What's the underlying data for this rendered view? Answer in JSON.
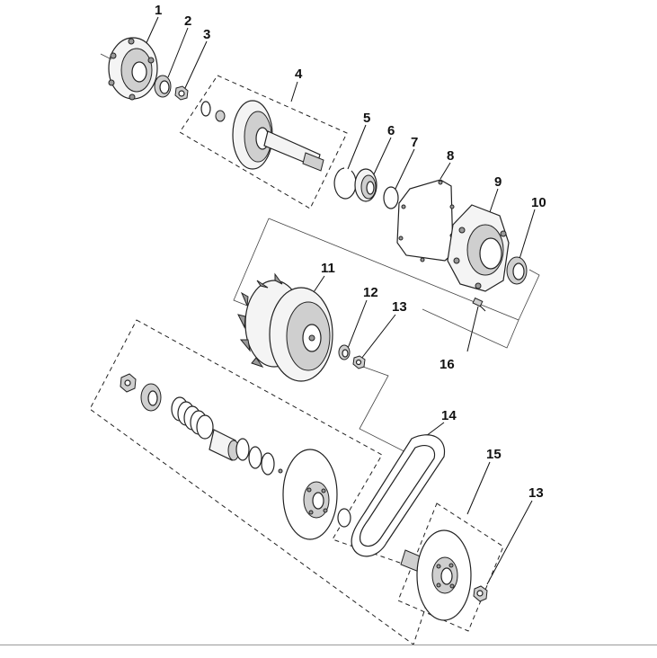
{
  "callouts": {
    "c1": "1",
    "c2": "2",
    "c3": "3",
    "c4": "4",
    "c5": "5",
    "c6": "6",
    "c7": "7",
    "c8": "8",
    "c9": "9",
    "c10": "10",
    "c11": "11",
    "c12": "12",
    "c13a": "13",
    "c13b": "13",
    "c14": "14",
    "c15": "15",
    "c16": "16"
  }
}
